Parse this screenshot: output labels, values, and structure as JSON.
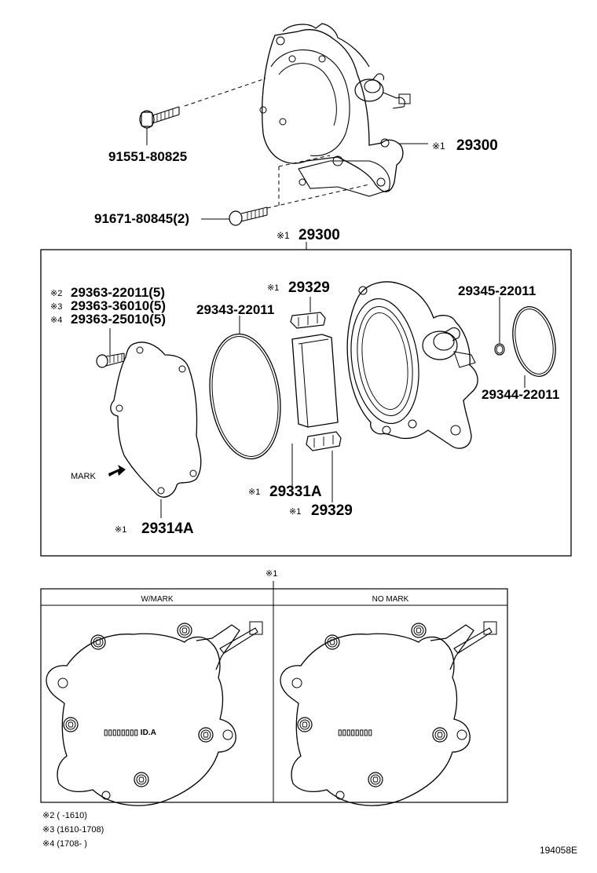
{
  "diagram_id": "194058E",
  "top_parts": {
    "bolt_a": "91551-80825",
    "bolt_b": "91671-80845(2)",
    "pump_mark": "※1",
    "pump": "29300"
  },
  "box": {
    "header_mark": "※1",
    "header": "29300",
    "screws": [
      {
        "mark": "※2",
        "part": "29363-22011(5)"
      },
      {
        "mark": "※3",
        "part": "29363-36010(5)"
      },
      {
        "mark": "※4",
        "part": "29363-25010(5)"
      }
    ],
    "oring_large": "29343-22011",
    "vane_top_mark": "※1",
    "vane_top": "29329",
    "rotor_mark": "※1",
    "rotor": "29331A",
    "vane_bottom_mark": "※1",
    "vane_bottom": "29329",
    "oring_small_a": "29345-22011",
    "oring_small_b": "29344-22011",
    "cover_mark": "※1",
    "cover": "29314A",
    "mark_label": "MARK"
  },
  "compare": {
    "title_mark": "※1",
    "col1_title": "W/MARK",
    "col2_title": "NO MARK",
    "col1_stamp": "▯▯▯▯▯▯▯▯ ID.A",
    "col2_stamp": "▯▯▯▯▯▯▯▯"
  },
  "notes": [
    "※2 (       -1610)",
    "※3 (1610-1708)",
    "※4 (1708-       )"
  ]
}
